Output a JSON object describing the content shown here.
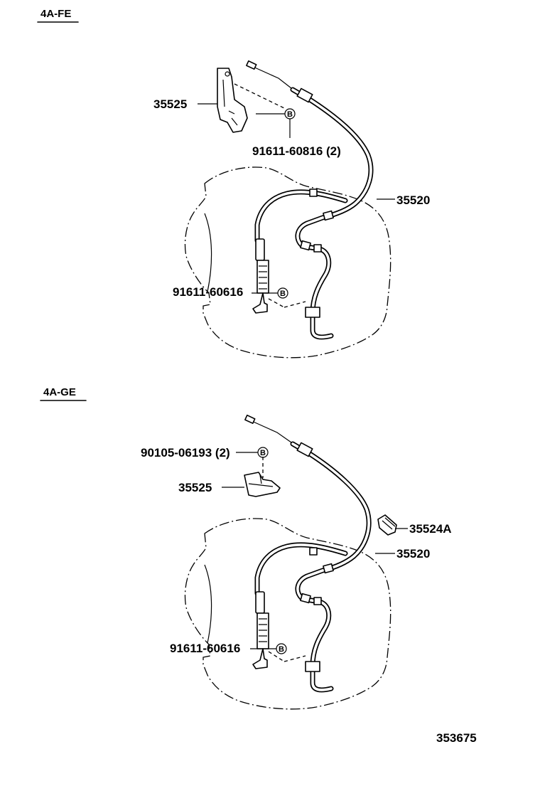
{
  "sections": [
    {
      "heading": "4A-FE",
      "labels": {
        "bracket": "35525",
        "cable": "35520",
        "bolt_upper": "91611-60816 (2)",
        "bolt_lower": "91611-60616"
      },
      "bolt_mark": "B"
    },
    {
      "heading": "4A-GE",
      "labels": {
        "bracket": "35525",
        "cable": "35520",
        "clip": "35524A",
        "bolt_upper": "90105-06193 (2)",
        "bolt_lower": "91611-60616"
      },
      "bolt_mark": "B"
    }
  ],
  "footer": {
    "diagram_number": "353675"
  }
}
